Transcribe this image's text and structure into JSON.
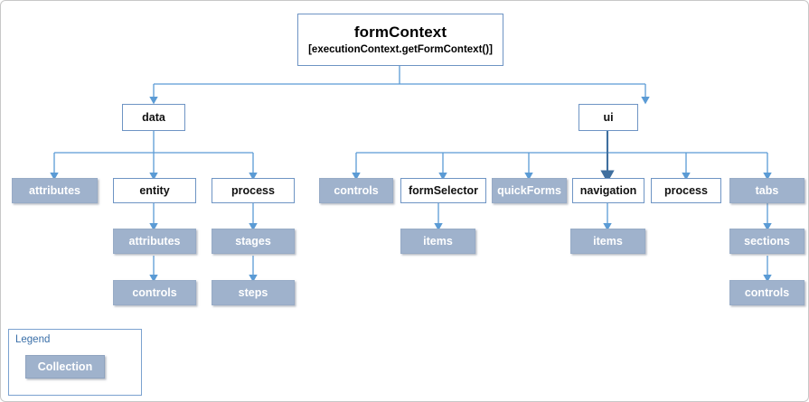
{
  "diagram": {
    "root": {
      "title": "formContext",
      "subtitle": "[executionContext.getFormContext()]"
    },
    "level2": [
      {
        "label": "data",
        "type": "plain"
      },
      {
        "label": "ui",
        "type": "plain"
      }
    ],
    "data_children": [
      {
        "label": "attributes",
        "type": "collection"
      },
      {
        "label": "entity",
        "type": "plain"
      },
      {
        "label": "process",
        "type": "plain"
      }
    ],
    "entity_chain": [
      {
        "label": "attributes",
        "type": "collection"
      },
      {
        "label": "controls",
        "type": "collection"
      }
    ],
    "process_chain": [
      {
        "label": "stages",
        "type": "collection"
      },
      {
        "label": "steps",
        "type": "collection"
      }
    ],
    "ui_children": [
      {
        "label": "controls",
        "type": "collection"
      },
      {
        "label": "formSelector",
        "type": "plain"
      },
      {
        "label": "quickForms",
        "type": "collection"
      },
      {
        "label": "navigation",
        "type": "plain"
      },
      {
        "label": "process",
        "type": "plain"
      },
      {
        "label": "tabs",
        "type": "collection"
      }
    ],
    "formselector_chain": [
      {
        "label": "items",
        "type": "collection"
      }
    ],
    "navigation_chain": [
      {
        "label": "items",
        "type": "collection"
      }
    ],
    "tabs_chain": [
      {
        "label": "sections",
        "type": "collection"
      },
      {
        "label": "controls",
        "type": "collection"
      }
    ]
  },
  "legend": {
    "title": "Legend",
    "swatch_label": "Collection"
  },
  "colors": {
    "collection_fill": "#9fb2cc",
    "node_border": "#6e94c4",
    "connector": "#5b9bd5",
    "connector_dark": "#3f6f9f",
    "legend_title": "#3a6fa8",
    "canvas_border": "#c8c8c8"
  }
}
